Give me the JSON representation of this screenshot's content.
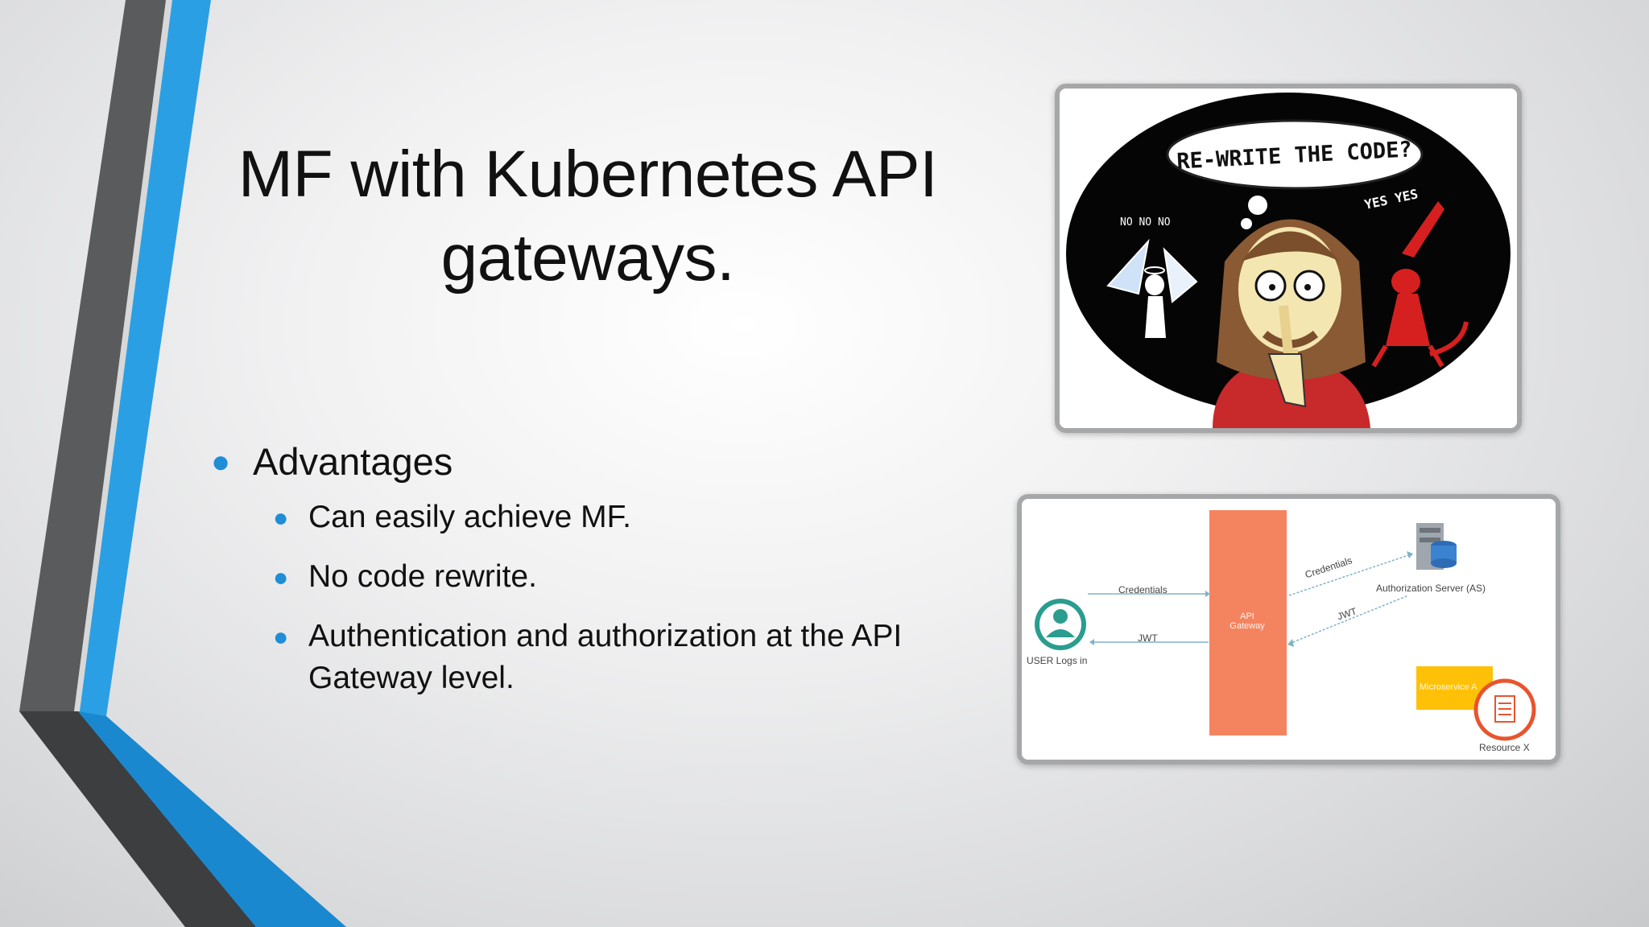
{
  "slide": {
    "title": "MF with Kubernetes API gateways.",
    "bullets": {
      "main": "Advantages",
      "sub": [
        "Can easily achieve MF.",
        "No code rewrite.",
        "Authentication and authorization at the API Gateway level."
      ]
    },
    "accent_color": "#1f8ed6"
  },
  "cartoon": {
    "thought": "RE-WRITE THE CODE?",
    "angel_text": "NO NO NO",
    "devil_text": "YES YES"
  },
  "diagram": {
    "credentials_top": "Credentials",
    "jwt_left": "JWT",
    "user_label": "USER Logs in",
    "gateway_label": "API Gateway",
    "credentials_right": "Credentials",
    "jwt_right": "JWT",
    "auth_server_label": "Authorization Server (AS)",
    "microservice_label": "Microservice A",
    "resource_label": "Resource X"
  }
}
